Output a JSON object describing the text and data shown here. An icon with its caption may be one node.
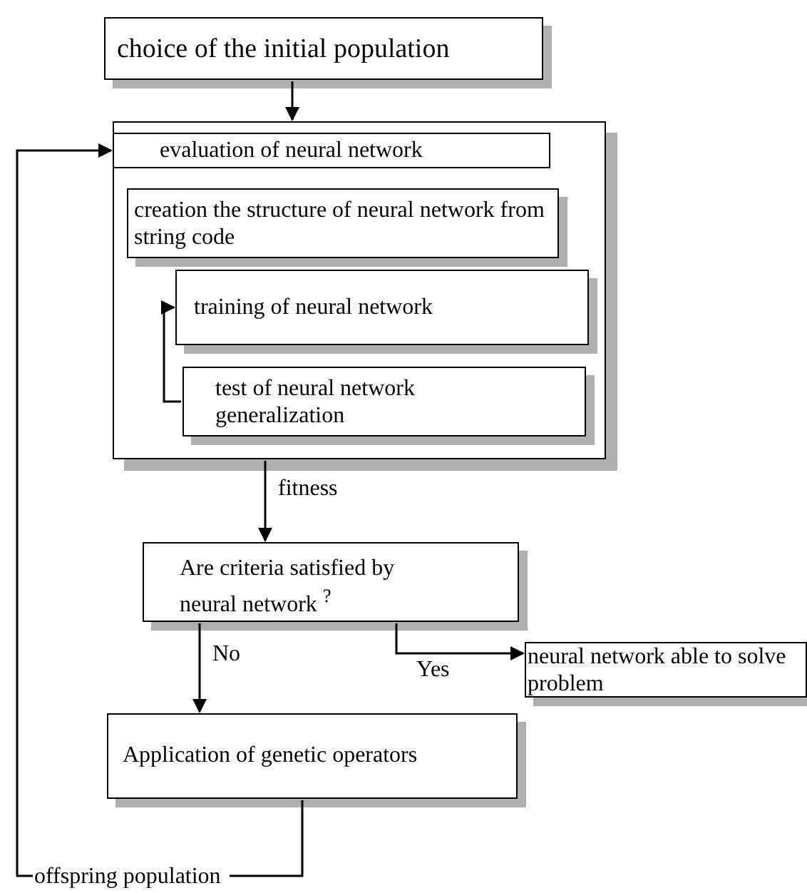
{
  "diagram": {
    "nodes": [
      {
        "text": [
          "choice of the initial population"
        ]
      },
      {
        "text": [],
        "shape": "box"
      },
      {
        "text": [
          "evaluation of neural network"
        ],
        "in": 1
      },
      {
        "text": [
          "creation the structure of neural network from string code"
        ],
        "in": 1
      },
      {
        "text": [
          "training of neural network"
        ],
        "in": 1
      },
      {
        "text": [
          "test of neural network generalization"
        ],
        "in": 1
      },
      {
        "text": [
          "Are criteria satisfied by neural network $^{?}$"
        ]
      },
      {
        "text": [
          "neural network able to solve problem"
        ]
      },
      {
        "text": [
          "Application of genetic operators"
        ]
      },
      {
        "text": [
          "offspring population"
        ]
      }
    ],
    "edges": [
      {
        "from": 0,
        "to": 1,
        "arrow": "to"
      },
      {
        "from": 1,
        "to": 6,
        "arrow": "to",
        "label": "fitness"
      },
      {
        "from": 6,
        "to": 8,
        "arrow": "to",
        "label": "No"
      },
      {
        "from": 6,
        "to": 7,
        "arrow": "to",
        "label": "Yes"
      },
      {
        "from": 8,
        "to": 9,
        "arrow": "none"
      },
      {
        "from": 9,
        "to": 2,
        "arrow": "to"
      },
      {
        "from": 5,
        "to": 4,
        "arrow": "to"
      }
    ]
  }
}
